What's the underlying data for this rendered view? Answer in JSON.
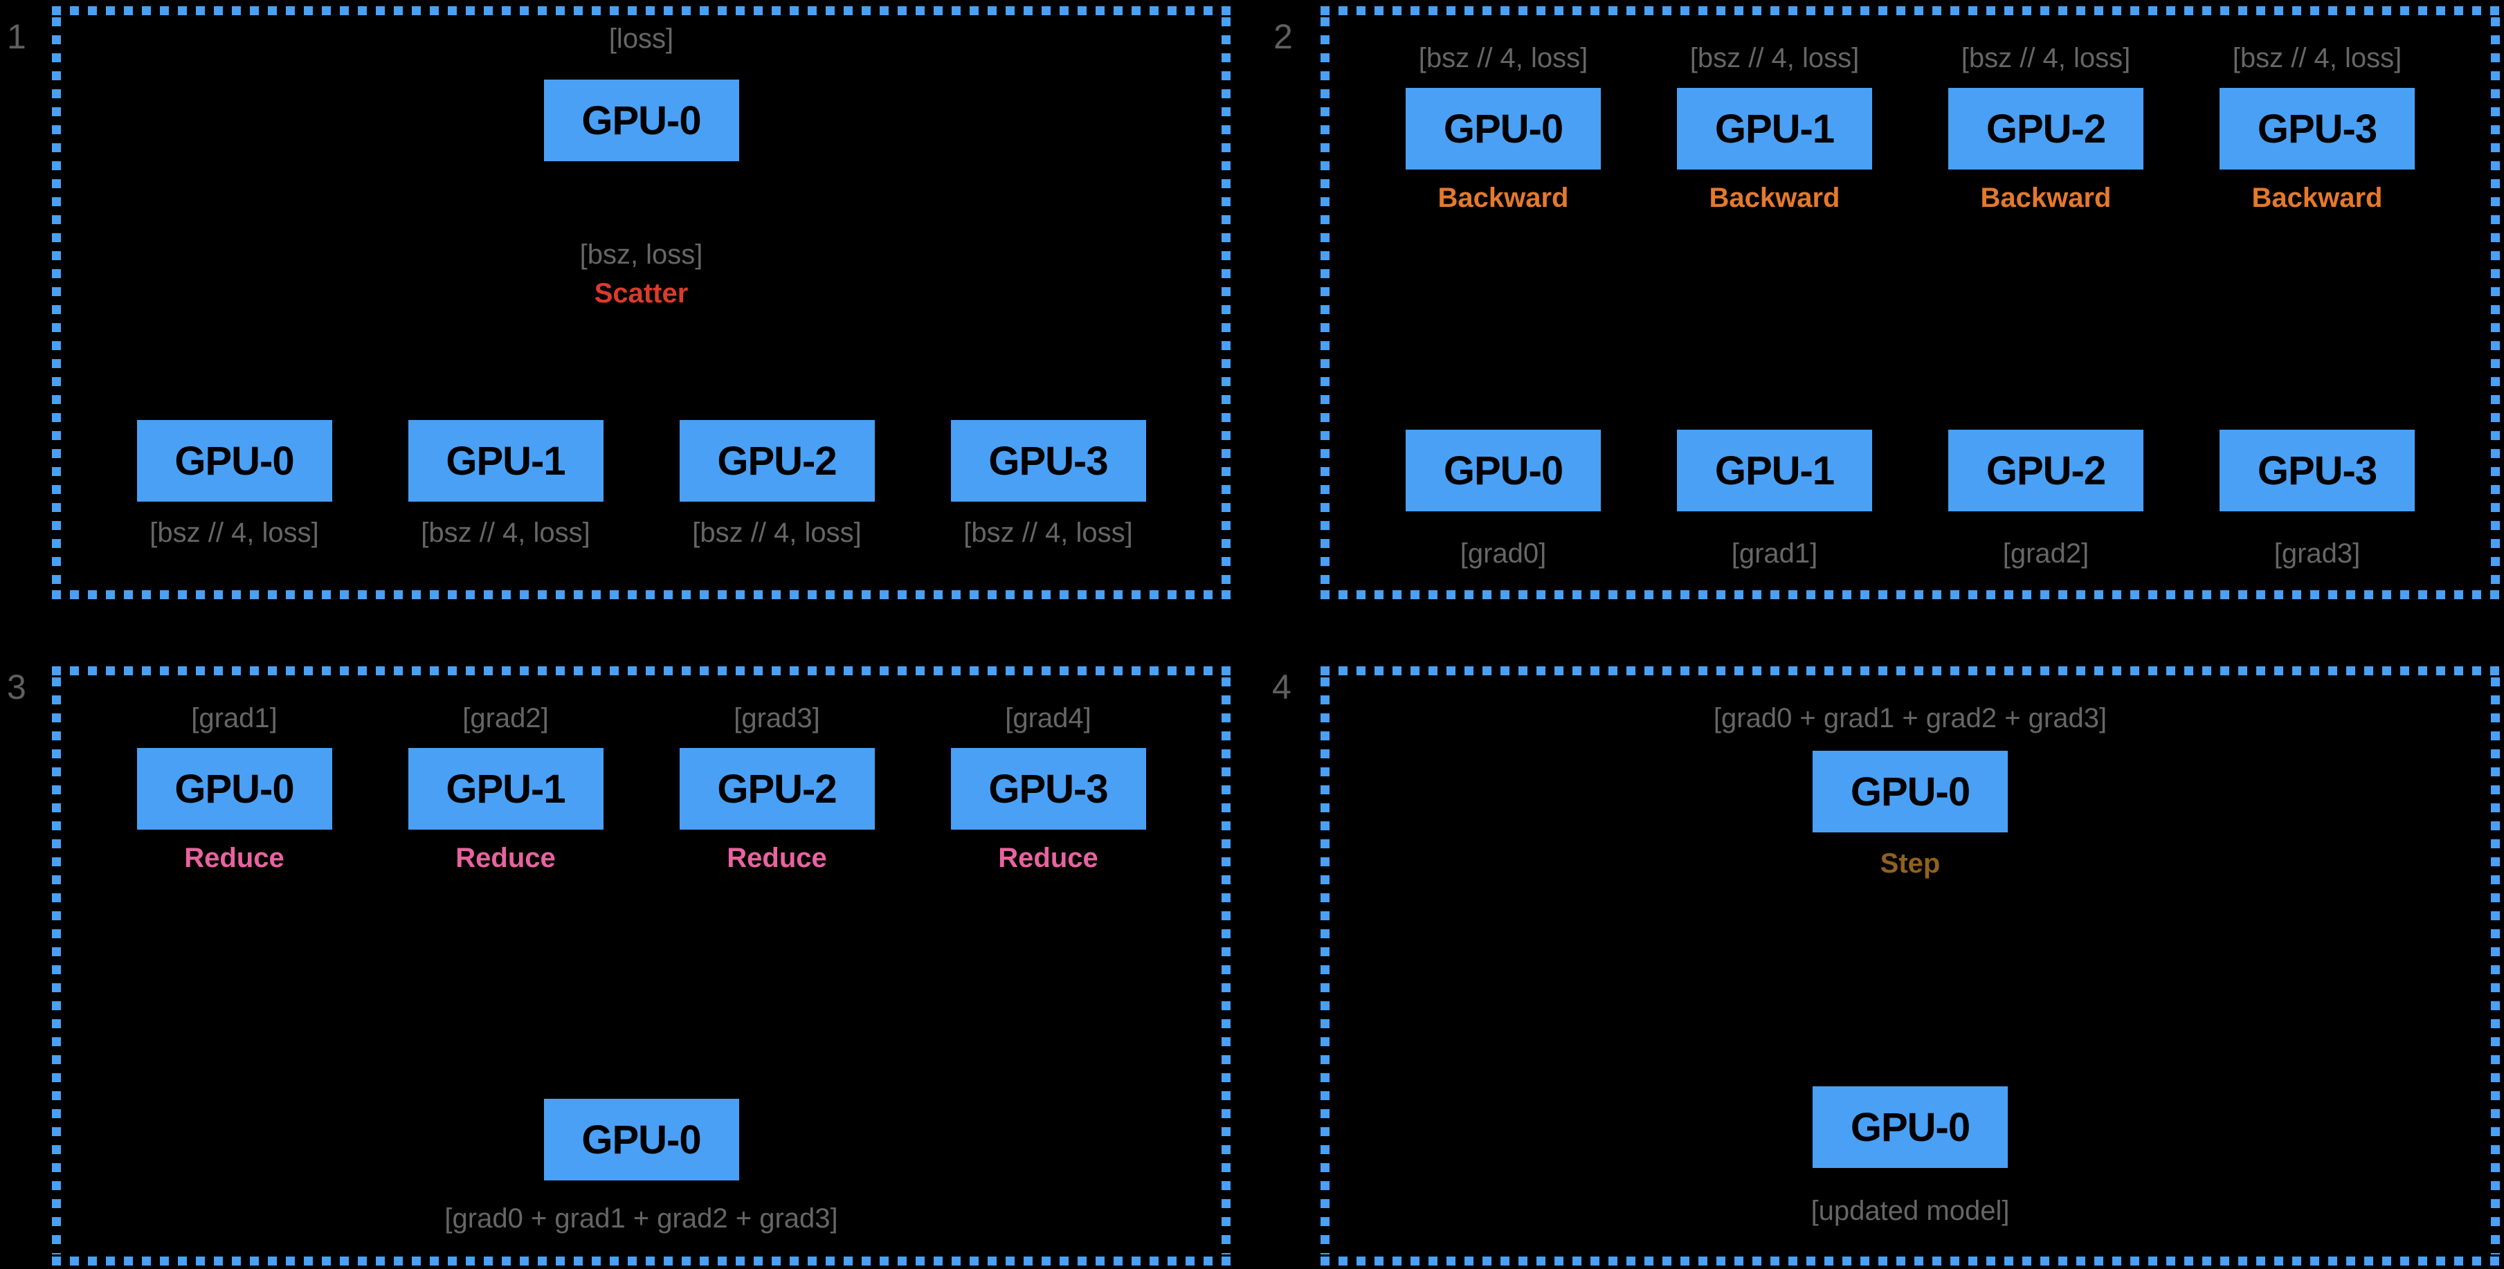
{
  "colors": {
    "background": "#000000",
    "box_blue": "#4AA0F5",
    "border_blue": "#4AA0F5",
    "label_gray": "#666666",
    "number_gray": "#5F5F5F",
    "scatter_red": "#DC3B2B",
    "backward_orange": "#E5792B",
    "reduce_pink": "#E8639F",
    "step_brown": "#91611F"
  },
  "panels": {
    "p1": {
      "number": "1",
      "top_label": "[loss]",
      "top_gpu": "GPU-0",
      "mid_label": "[bsz, loss]",
      "op_label": "Scatter",
      "columns": [
        {
          "gpu": "GPU-0",
          "label": "[bsz // 4, loss]"
        },
        {
          "gpu": "GPU-1",
          "label": "[bsz // 4, loss]"
        },
        {
          "gpu": "GPU-2",
          "label": "[bsz // 4, loss]"
        },
        {
          "gpu": "GPU-3",
          "label": "[bsz // 4, loss]"
        }
      ]
    },
    "p2": {
      "number": "2",
      "columns": [
        {
          "top_label": "[bsz // 4, loss]",
          "gpu": "GPU-0",
          "op_label": "Backward",
          "bottom_gpu": "GPU-0",
          "bottom_label": "[grad0]"
        },
        {
          "top_label": "[bsz // 4, loss]",
          "gpu": "GPU-1",
          "op_label": "Backward",
          "bottom_gpu": "GPU-1",
          "bottom_label": "[grad1]"
        },
        {
          "top_label": "[bsz // 4, loss]",
          "gpu": "GPU-2",
          "op_label": "Backward",
          "bottom_gpu": "GPU-2",
          "bottom_label": "[grad2]"
        },
        {
          "top_label": "[bsz // 4, loss]",
          "gpu": "GPU-3",
          "op_label": "Backward",
          "bottom_gpu": "GPU-3",
          "bottom_label": "[grad3]"
        }
      ]
    },
    "p3": {
      "number": "3",
      "columns": [
        {
          "top_label": "[grad1]",
          "gpu": "GPU-0",
          "op_label": "Reduce"
        },
        {
          "top_label": "[grad2]",
          "gpu": "GPU-1",
          "op_label": "Reduce"
        },
        {
          "top_label": "[grad3]",
          "gpu": "GPU-2",
          "op_label": "Reduce"
        },
        {
          "top_label": "[grad4]",
          "gpu": "GPU-3",
          "op_label": "Reduce"
        }
      ],
      "bottom_gpu": "GPU-0",
      "bottom_label": "[grad0 + grad1 + grad2 + grad3]"
    },
    "p4": {
      "number": "4",
      "top_label": "[grad0 + grad1 + grad2 + grad3]",
      "top_gpu": "GPU-0",
      "op_label": "Step",
      "bottom_gpu": "GPU-0",
      "bottom_label": "[updated model]"
    }
  }
}
